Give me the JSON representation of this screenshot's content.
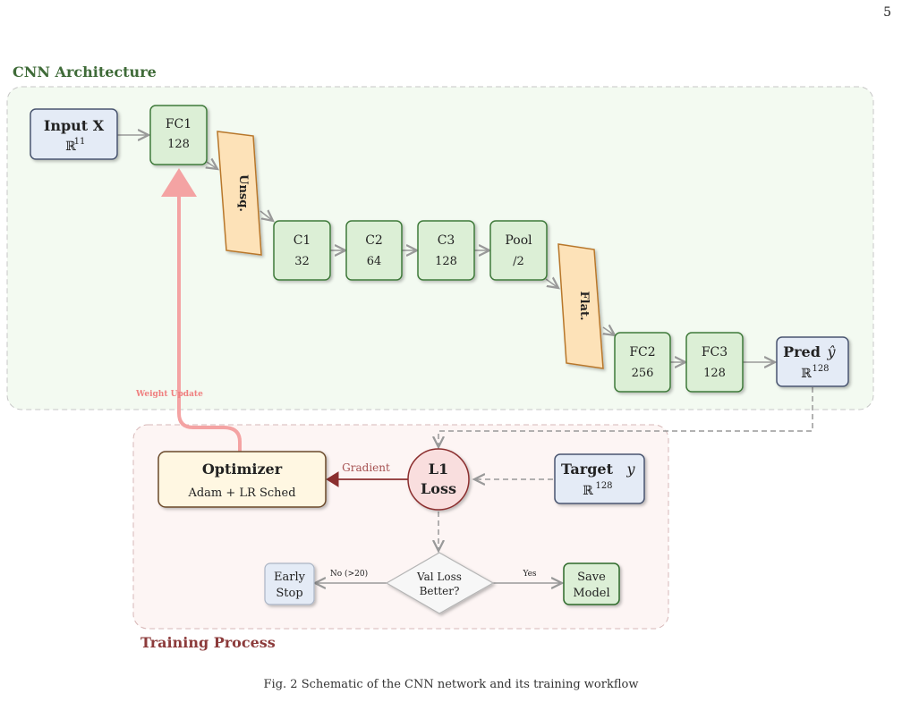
{
  "page_number": "5",
  "sections": {
    "cnn_title": "CNN Architecture",
    "training_title": "Training Process"
  },
  "nodes": {
    "input": {
      "title": "Input X",
      "sub": "ℝ",
      "sup": "11"
    },
    "fc1": {
      "title": "FC1",
      "sub": "128"
    },
    "unsq": {
      "title": "Unsq."
    },
    "c1": {
      "title": "C1",
      "sub": "32"
    },
    "c2": {
      "title": "C2",
      "sub": "64"
    },
    "c3": {
      "title": "C3",
      "sub": "128"
    },
    "pool": {
      "title": "Pool",
      "sub": "/2"
    },
    "flat": {
      "title": "Flat."
    },
    "fc2": {
      "title": "FC2",
      "sub": "256"
    },
    "fc3": {
      "title": "FC3",
      "sub": "128"
    },
    "pred": {
      "title": "Pred",
      "symbol": "ŷ",
      "sub": "ℝ",
      "sup": "128"
    },
    "optimizer": {
      "title": "Optimizer",
      "sub": "Adam + LR Sched"
    },
    "loss": {
      "line1": "L1",
      "line2": "Loss"
    },
    "target": {
      "title": "Target",
      "symbol": "y",
      "sub": "ℝ",
      "sup": "128"
    },
    "early_stop": {
      "line1": "Early",
      "line2": "Stop"
    },
    "val_loss": {
      "line1": "Val Loss",
      "line2": "Better?"
    },
    "save_model": {
      "line1": "Save",
      "line2": "Model"
    }
  },
  "edge_labels": {
    "weight_update": "Weight Update",
    "gradient": "Gradient",
    "no": "No (>20)",
    "yes": "Yes"
  },
  "caption": "Fig. 2 Schematic of the CNN network and its training workflow",
  "colors": {
    "cnn_bg": "#f3faf1",
    "train_bg": "#fdf5f4",
    "green_fill": "#dcefd6",
    "green_stroke": "#3f7a3a",
    "orange_fill": "#fde2b8",
    "orange_stroke": "#b8772b",
    "blue_fill": "#e4ebf6",
    "blue_stroke": "#4a5570",
    "red_stroke": "#9c3a3a",
    "weight_update": "#f4a3a3",
    "cnn_title": "#3f6b38",
    "train_title": "#8c3b3b"
  }
}
